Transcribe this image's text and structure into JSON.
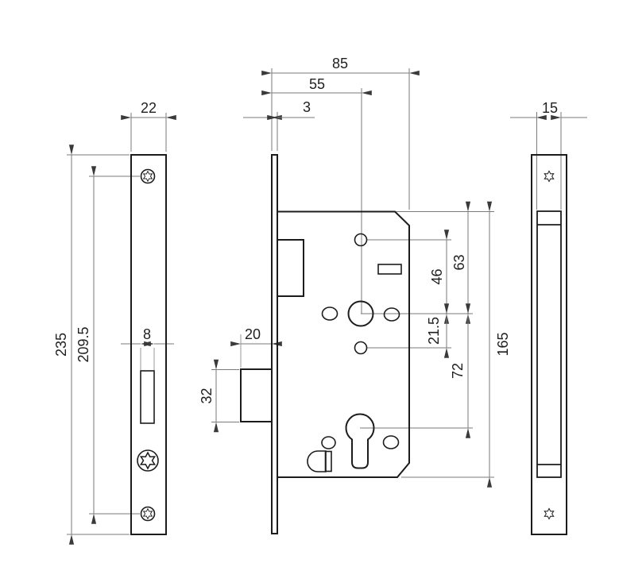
{
  "drawing": {
    "colors": {
      "outline": "#1c1c1c",
      "dimension_line": "#7a7a7a",
      "arrow": "#3a3a3a",
      "background": "#ffffff"
    },
    "dims": {
      "plate_width": "22",
      "plate_height": "235",
      "screw_spacing": "209.5",
      "cutout_width": "8",
      "case_depth": "85",
      "backset": "55",
      "faceplate_thickness": "3",
      "bolt_throw": "20",
      "bolt_height": "32",
      "hole_to_follower": "46",
      "case_top_to_follower": "63",
      "follower_to_lower_hole": "21.5",
      "follower_to_cylinder": "72",
      "case_height": "165",
      "side_case_width": "15"
    }
  }
}
